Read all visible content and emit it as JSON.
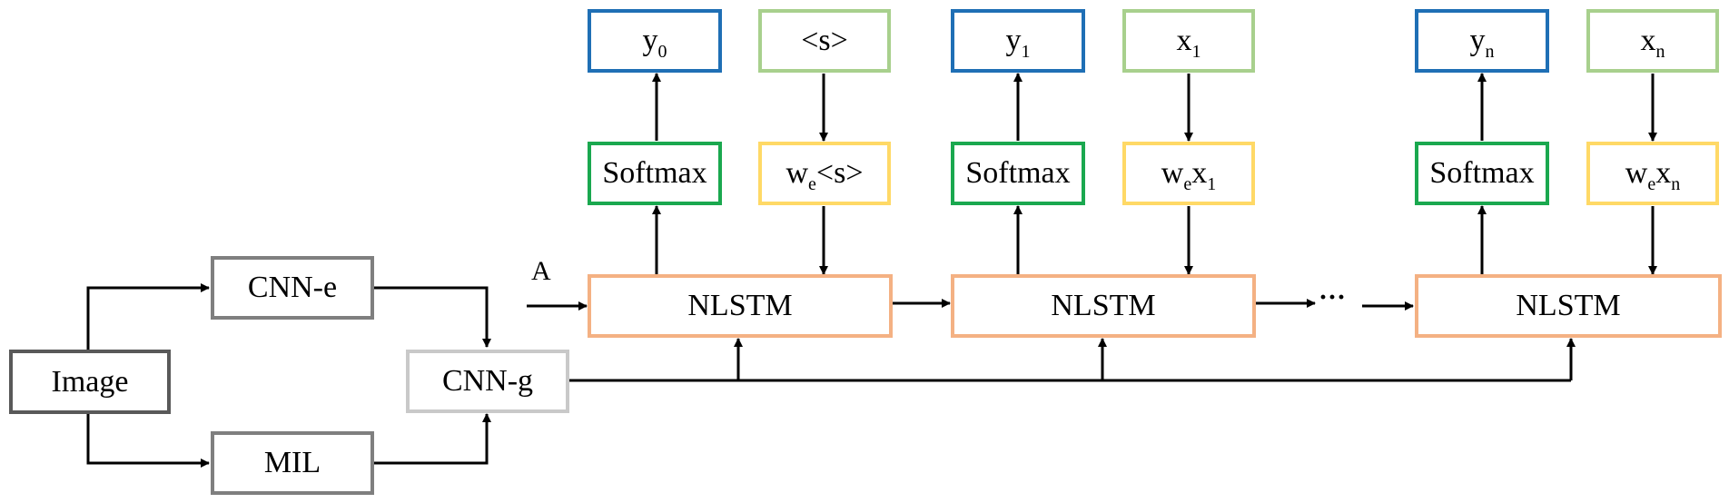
{
  "nodes": {
    "image": "Image",
    "cnn_e": "CNN-e",
    "mil": "MIL",
    "cnn_g": "CNN-g",
    "nlstm": [
      "NLSTM",
      "NLSTM",
      "NLSTM"
    ],
    "softmax": [
      "Softmax",
      "Softmax",
      "Softmax"
    ],
    "outputs": [
      {
        "base": "y",
        "sub": "0"
      },
      {
        "base": "y",
        "sub": "1"
      },
      {
        "base": "y",
        "sub": "n"
      }
    ],
    "inputs": [
      {
        "base": "<s>",
        "sub": ""
      },
      {
        "base": "x",
        "sub": "1"
      },
      {
        "base": "x",
        "sub": "n"
      }
    ],
    "embeds": [
      {
        "pre": "w",
        "sub": "e",
        "post": "<s>",
        "post_sub": ""
      },
      {
        "pre": "w",
        "sub": "e",
        "post": "x",
        "post_sub": "1"
      },
      {
        "pre": "w",
        "sub": "e",
        "post": "x",
        "post_sub": "n"
      }
    ]
  },
  "labels": {
    "initial_input": "A",
    "ellipsis": "···"
  },
  "colors": {
    "output": "#1f6fb5",
    "input": "#a8d08d",
    "softmax": "#1aa84f",
    "embed": "#ffd966",
    "nlstm": "#f4b183",
    "dark": "#595959",
    "mid": "#7f7f7f",
    "light": "#c9c9c9"
  }
}
